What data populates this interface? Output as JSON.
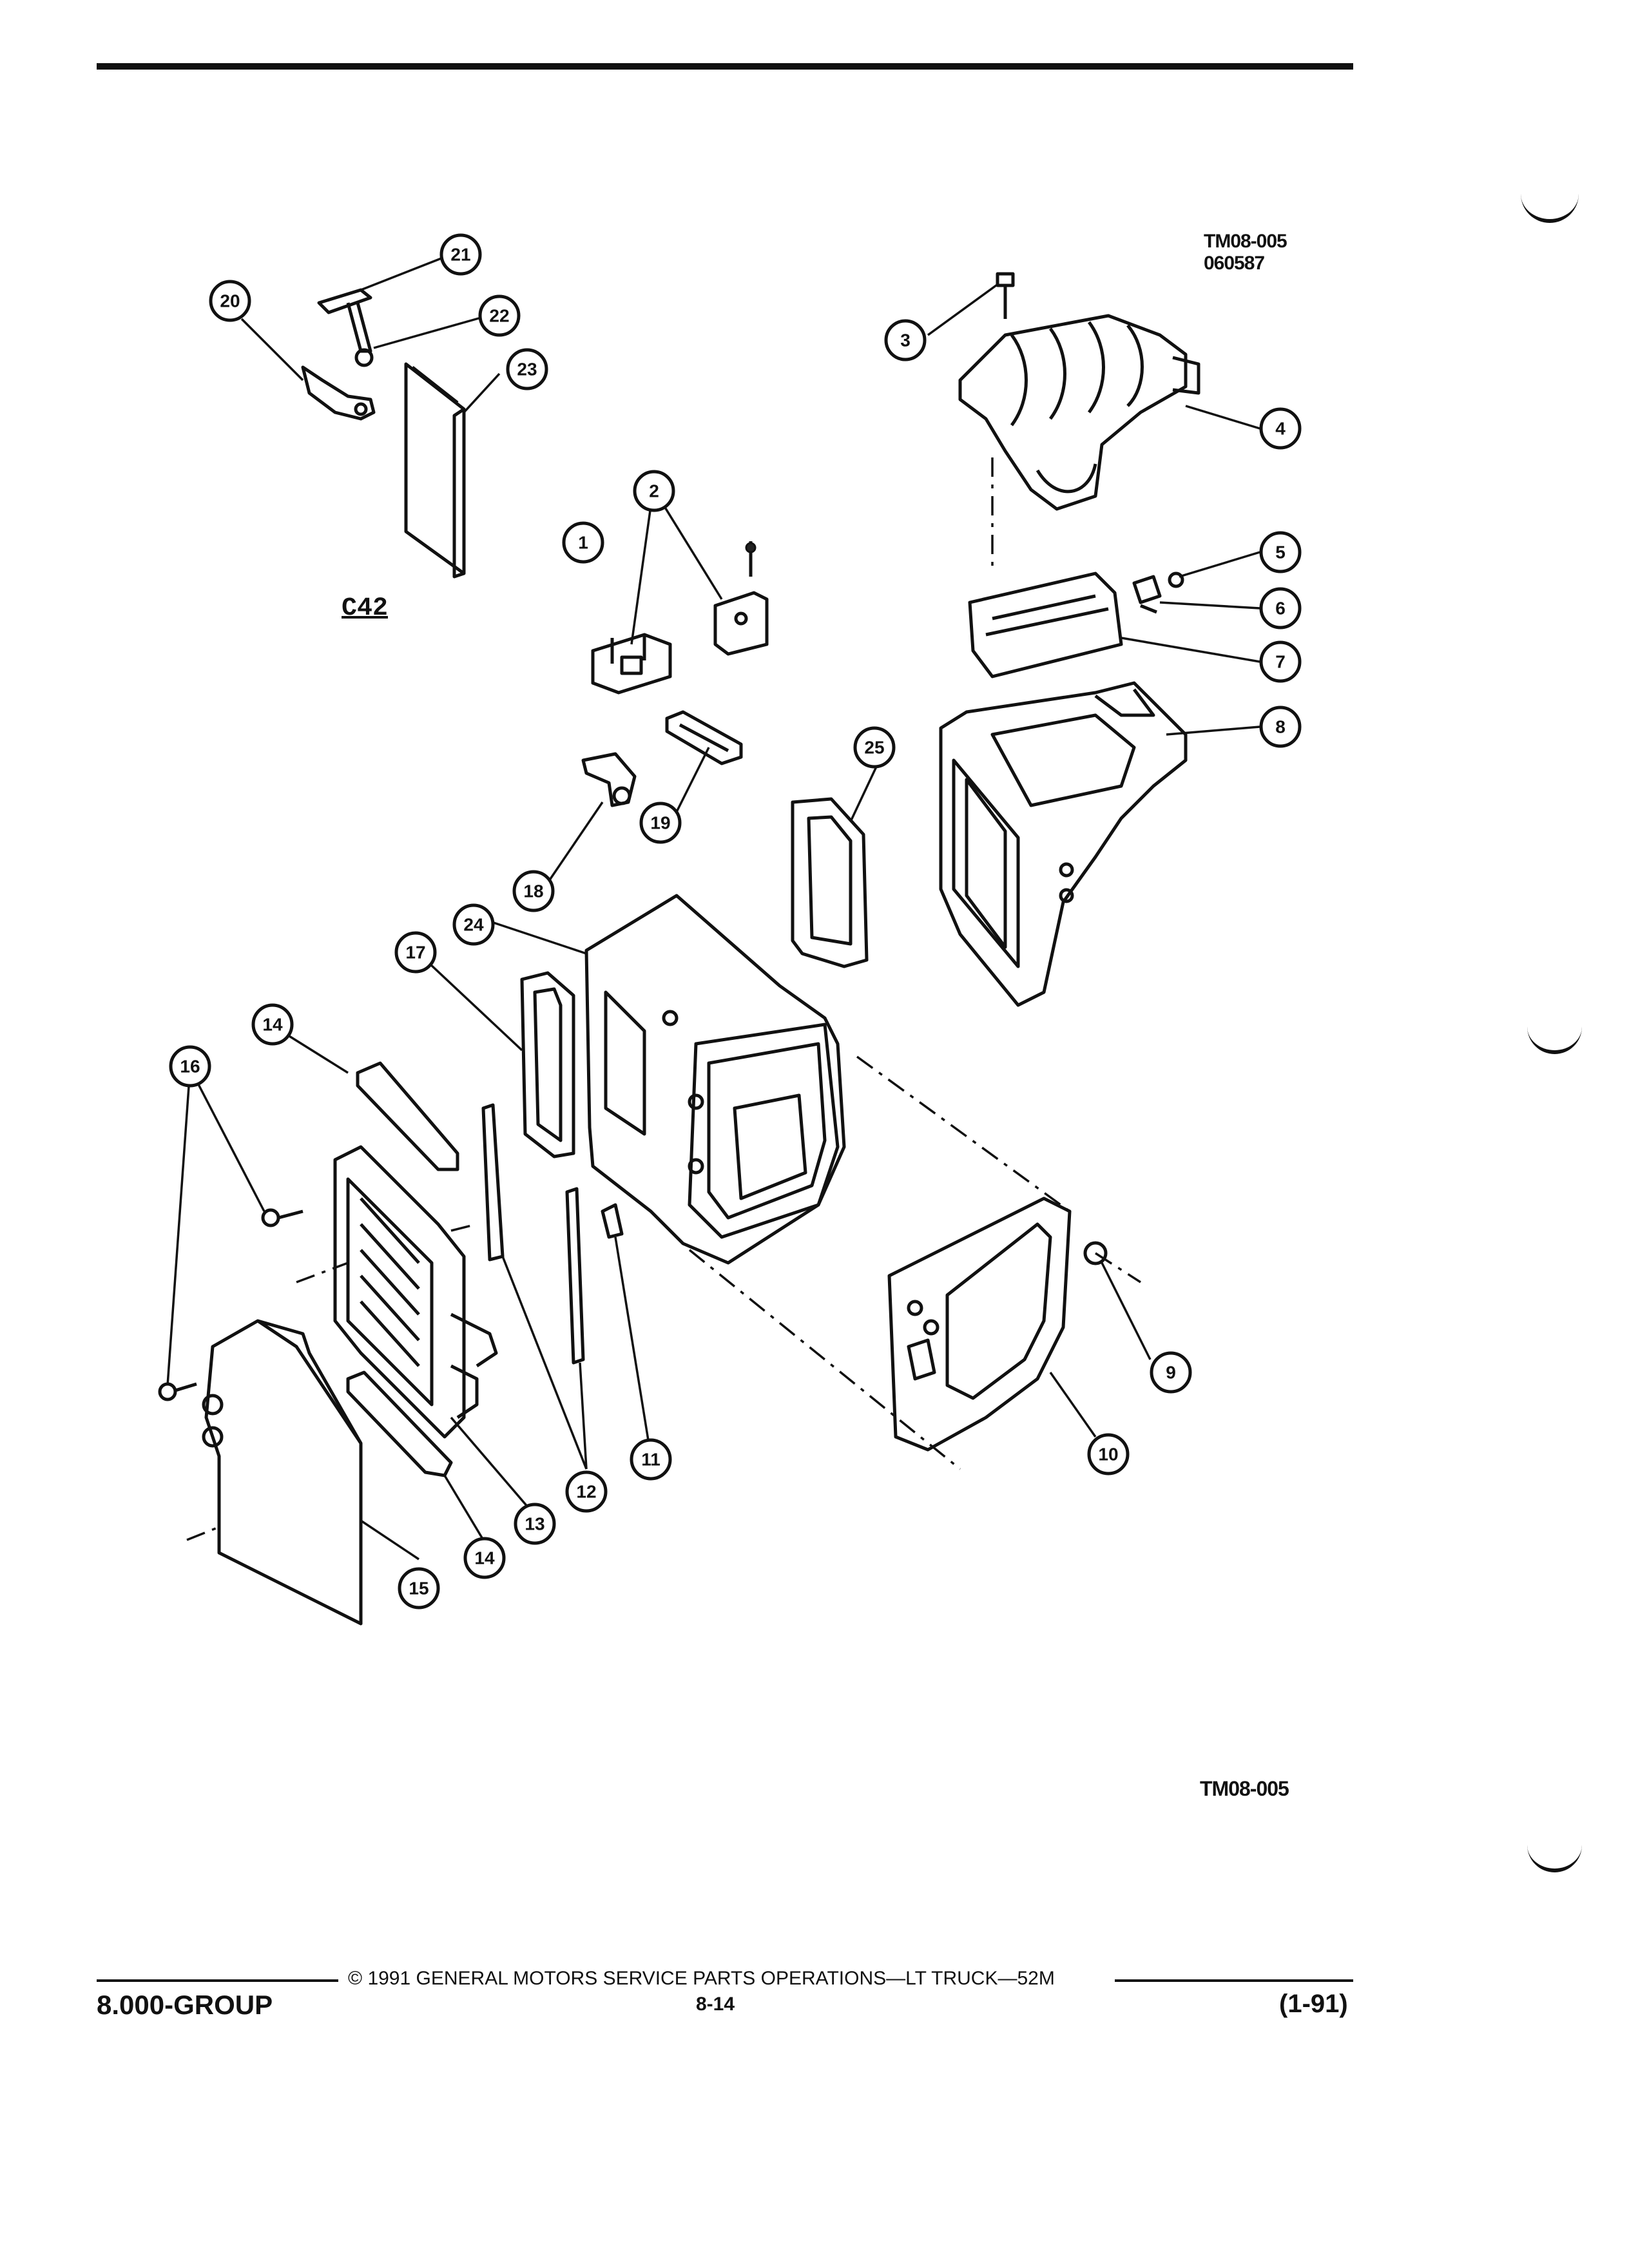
{
  "header": {
    "drawing_code": "TM08-005",
    "drawing_date": "060587",
    "option_code": "C42"
  },
  "figure": {
    "code": "TM08-005",
    "callouts": [
      "1",
      "2",
      "3",
      "4",
      "5",
      "6",
      "7",
      "8",
      "9",
      "10",
      "11",
      "12",
      "13",
      "14",
      "15",
      "16",
      "17",
      "18",
      "19",
      "20",
      "21",
      "22",
      "23",
      "24",
      "25"
    ]
  },
  "footer": {
    "copyright": "© 1991 GENERAL MOTORS SERVICE PARTS OPERATIONS—LT TRUCK—52M",
    "group": "8.000-GROUP",
    "page": "8-14",
    "revision": "(1-91)"
  }
}
